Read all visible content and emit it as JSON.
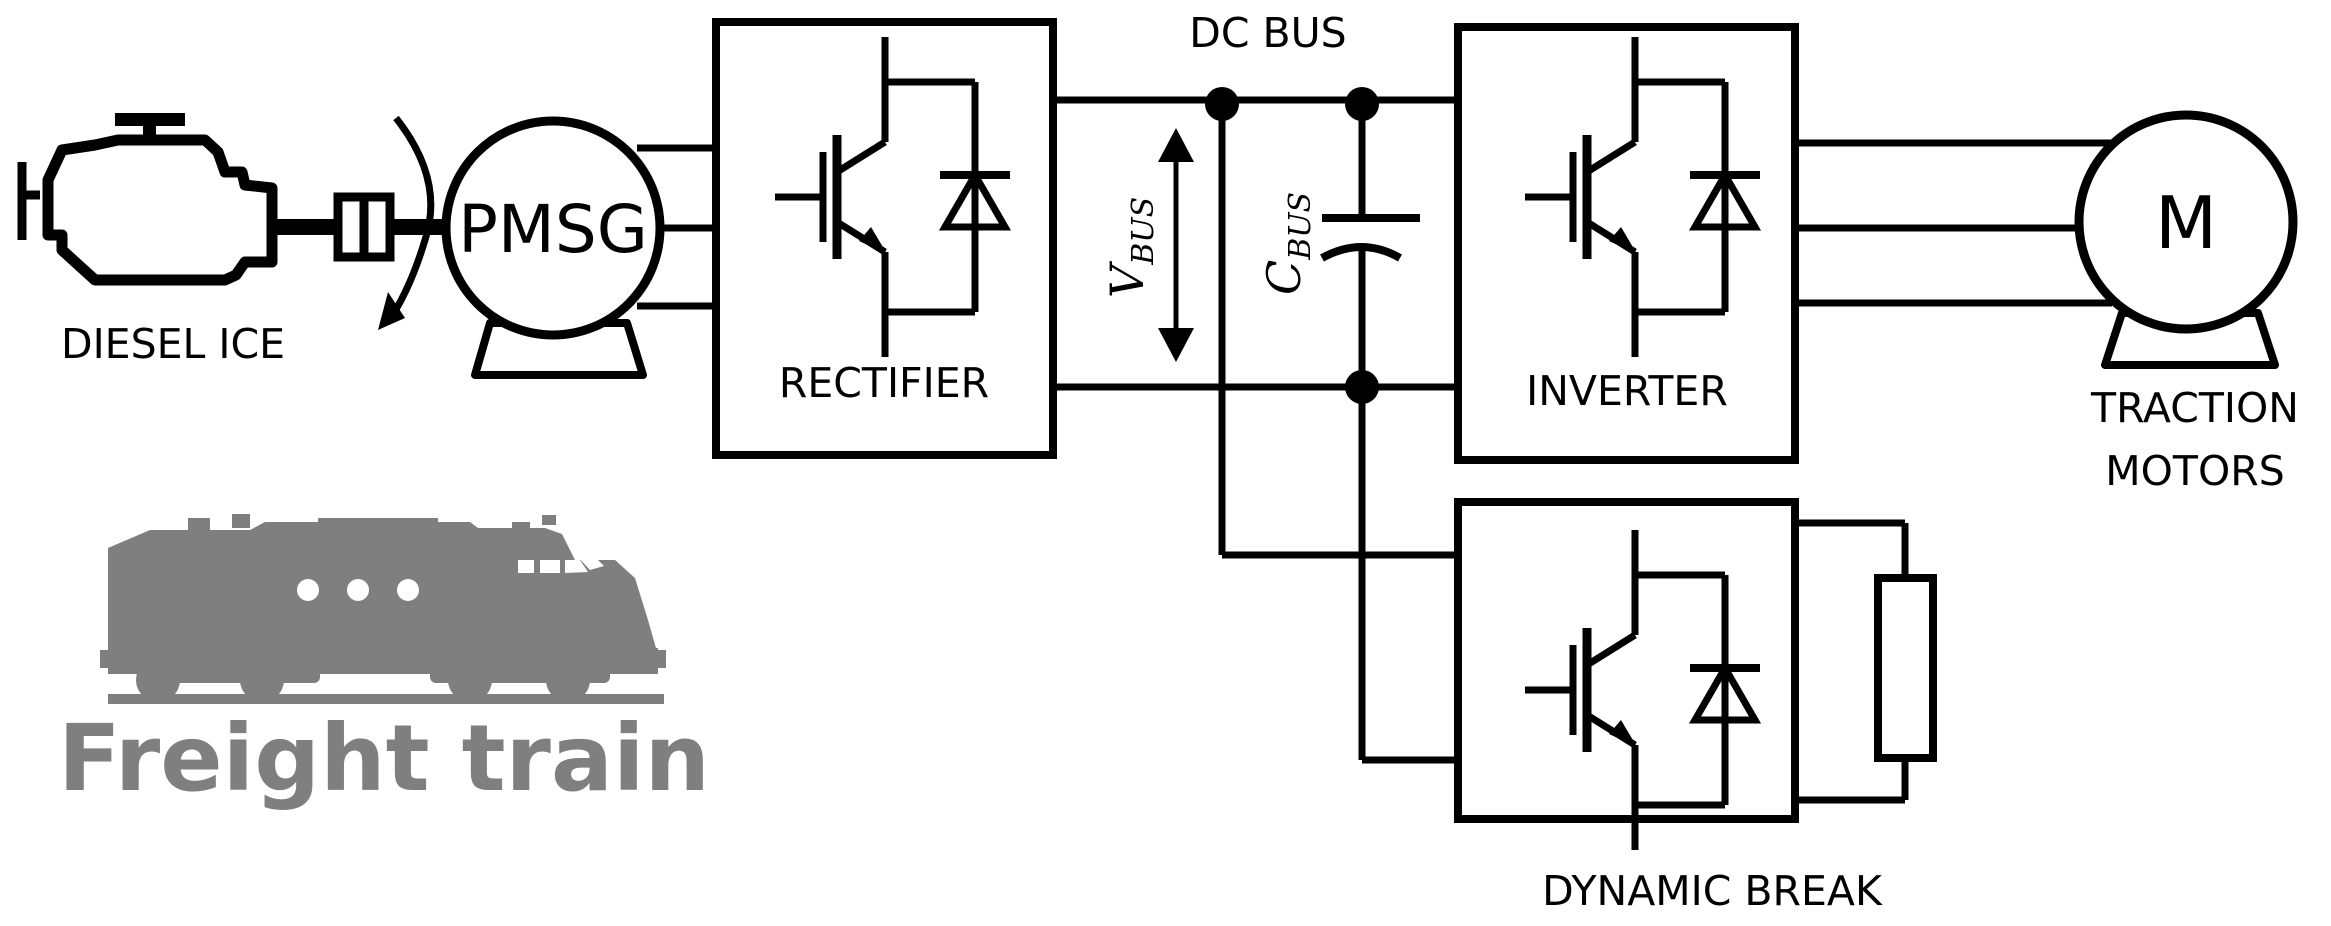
{
  "labels": {
    "dc_bus": "DC BUS",
    "diesel_ice": "DIESEL ICE",
    "pmsg": "PMSG",
    "rectifier": "RECTIFIER",
    "inverter": "INVERTER",
    "traction_line1": "TRACTION",
    "traction_line2": "MOTORS",
    "motor": "M",
    "dynamic_break": "DYNAMIC BREAK",
    "v_bus_main": "V",
    "v_bus_sub": "BUS",
    "c_bus_main": "C",
    "c_bus_sub": "BUS",
    "freight_train": "Freight train"
  },
  "colors": {
    "ink": "#000000",
    "train_gray": "#7f7f7f",
    "background": "#ffffff"
  },
  "icons": [
    "engine-icon",
    "coupling-icon",
    "rotation-arrow-icon",
    "igbt-icon",
    "diode-icon",
    "capacitor-icon",
    "resistor-icon",
    "locomotive-icon"
  ]
}
